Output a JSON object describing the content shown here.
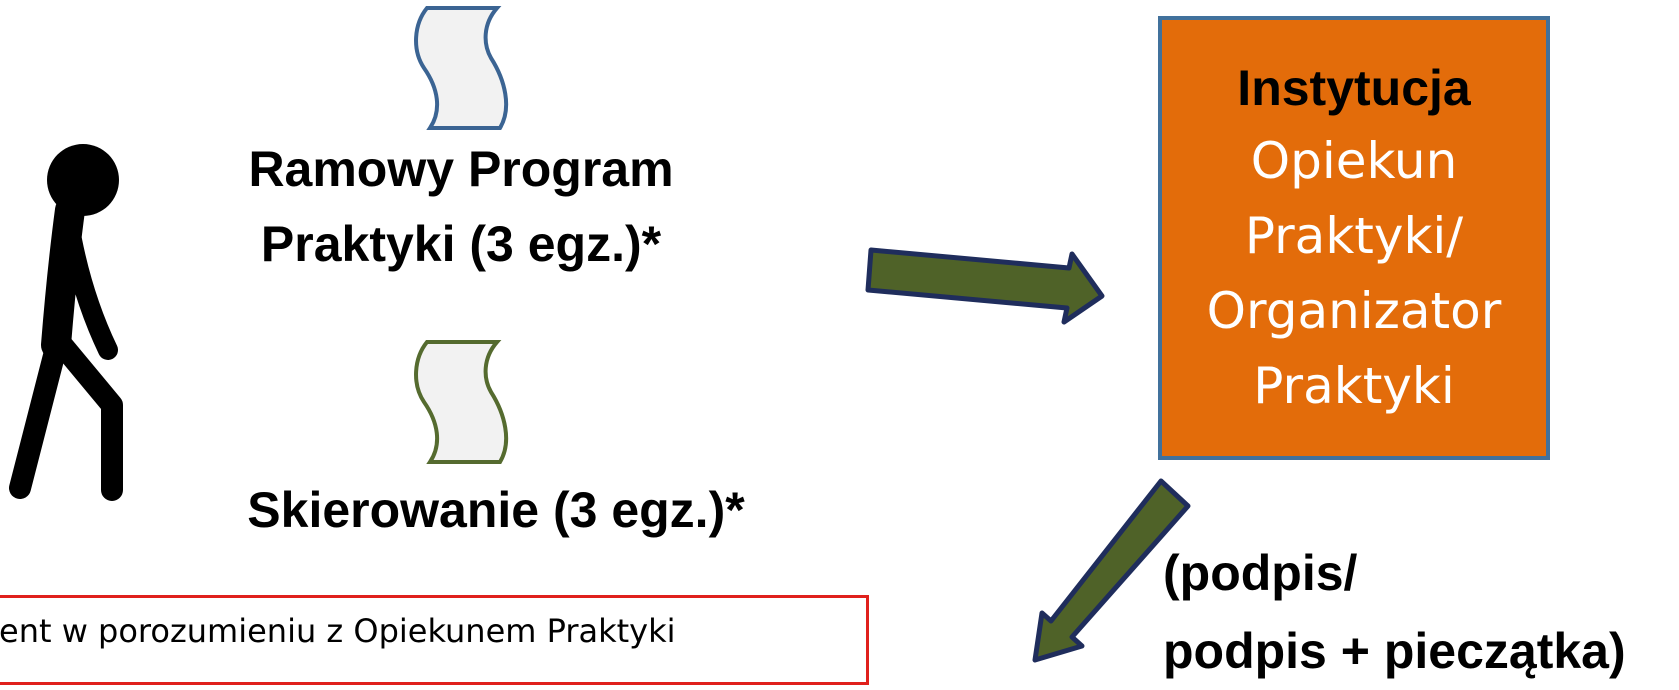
{
  "documents": [
    {
      "label_line1": "Ramowy Program",
      "label_line2": "Praktyki (3 egz.)*",
      "icon": "scroll-icon",
      "outline_color": "#3b6493"
    },
    {
      "label_line1": "Skierowanie (3 egz.)*",
      "icon": "scroll-icon",
      "outline_color": "#556b2f"
    }
  ],
  "institution": {
    "title": "Instytucja",
    "line1": "Opiekun",
    "line2": "Praktyki/",
    "line3": "Organizator",
    "line4": "Praktyki",
    "fill_color": "#e36c0a",
    "border_color": "#41719c"
  },
  "signature_note": {
    "line1": "(podpis/",
    "line2": "podpis + pieczątka)"
  },
  "footnote": "ent w porozumieniu z Opiekunem Praktyki",
  "colors": {
    "arrow_fill": "#4f6228",
    "arrow_stroke": "#1f2d5c",
    "paper_fill": "#f2f2f2"
  },
  "icons": [
    "walking-person-icon",
    "scroll-icon",
    "arrow-right-icon",
    "arrow-down-left-icon"
  ]
}
